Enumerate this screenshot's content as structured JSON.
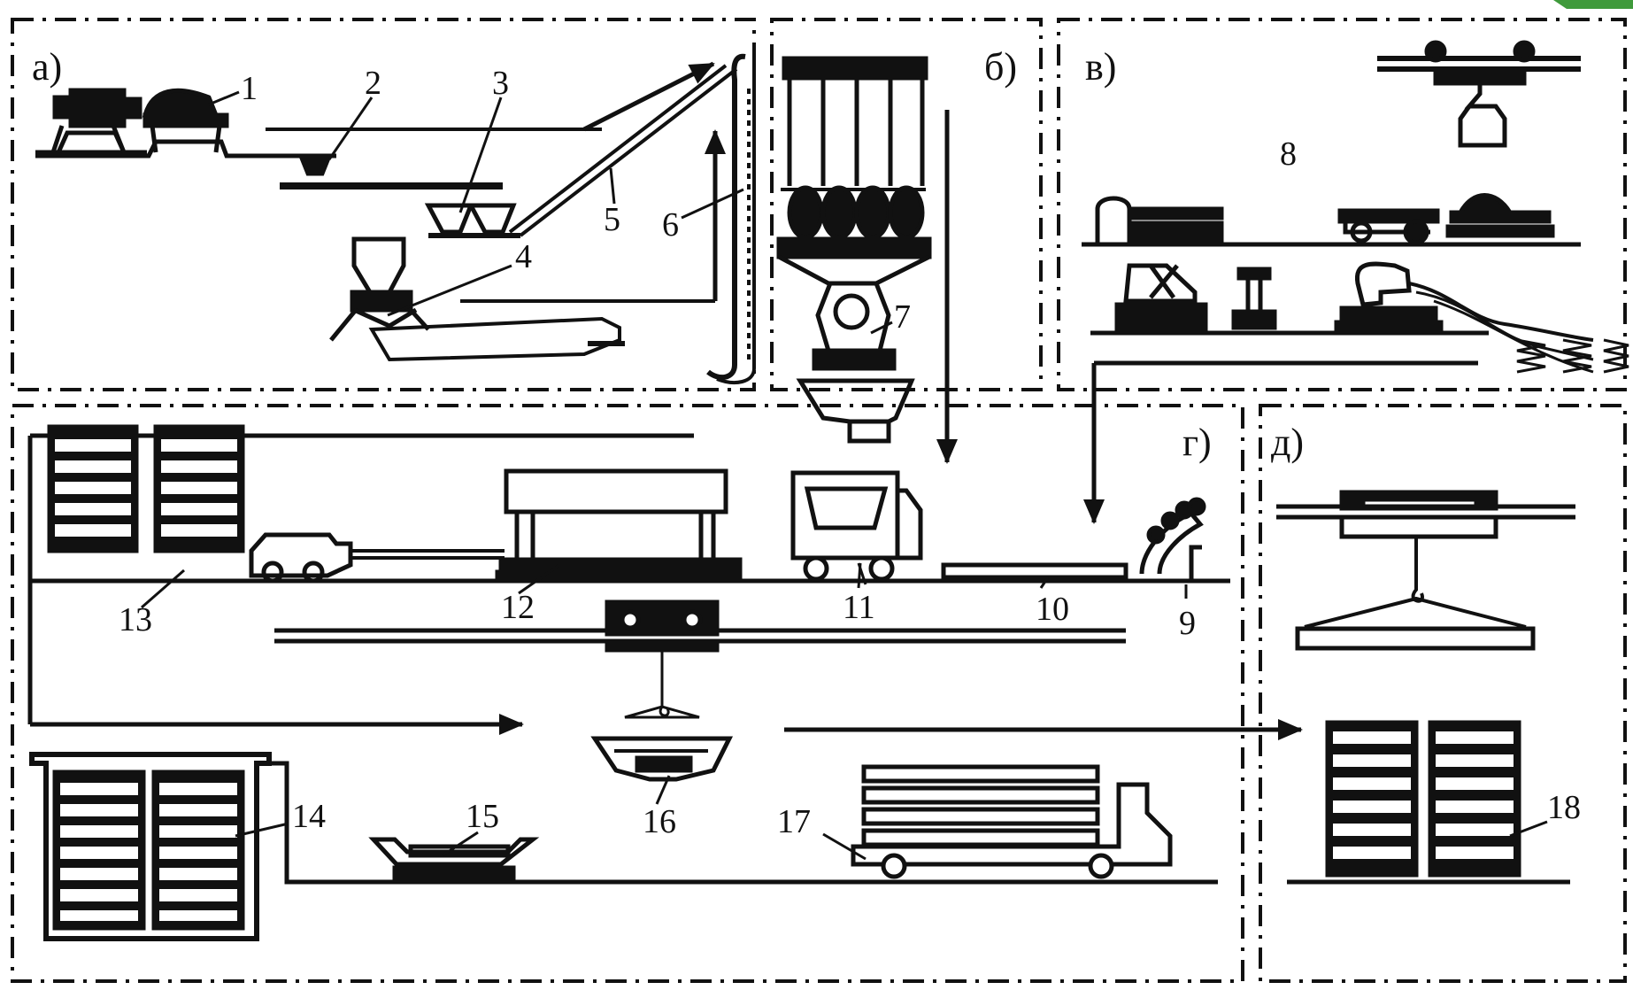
{
  "sections": [
    {
      "id": "a",
      "label": "а)"
    },
    {
      "id": "b",
      "label": "б)"
    },
    {
      "id": "v",
      "label": "в)"
    },
    {
      "id": "g",
      "label": "г)"
    },
    {
      "id": "d",
      "label": "д)"
    }
  ],
  "callouts": [
    "1",
    "2",
    "3",
    "4",
    "5",
    "6",
    "7",
    "8",
    "9",
    "10",
    "11",
    "12",
    "13",
    "14",
    "15",
    "16",
    "17",
    "18"
  ],
  "corner_badge_color": "#3f9a3b"
}
